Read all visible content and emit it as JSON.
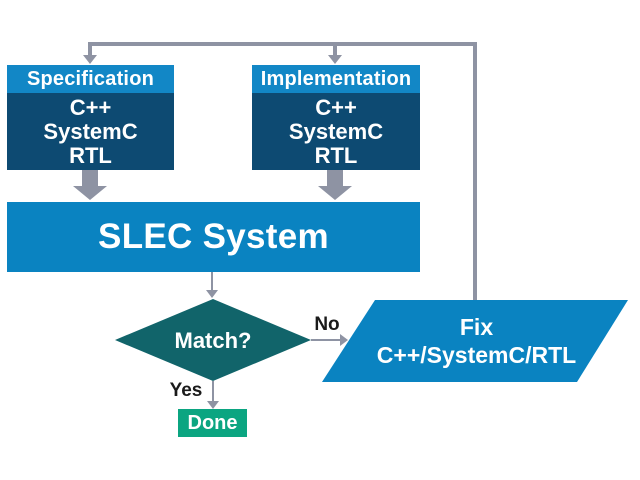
{
  "colors": {
    "header_blue": "#1287c6",
    "box_blue": "#0a83c1",
    "navy": "#0d4a72",
    "teal": "#11646a",
    "green": "#0ba581",
    "gray": "#8e93a3",
    "label_text": "#1a1a1a",
    "node_text": "#ffffff",
    "background": "#ffffff"
  },
  "nodes": {
    "specification": {
      "header": "Specification",
      "lines": [
        "C++",
        "SystemC",
        "RTL"
      ]
    },
    "implementation": {
      "header": "Implementation",
      "lines": [
        "C++",
        "SystemC",
        "RTL"
      ]
    },
    "slec": {
      "label": "SLEC System"
    },
    "match": {
      "label": "Match?"
    },
    "fix": {
      "lines": [
        "Fix",
        "C++/SystemC/RTL"
      ]
    },
    "done": {
      "label": "Done"
    }
  },
  "edge_labels": {
    "no": "No",
    "yes": "Yes"
  }
}
